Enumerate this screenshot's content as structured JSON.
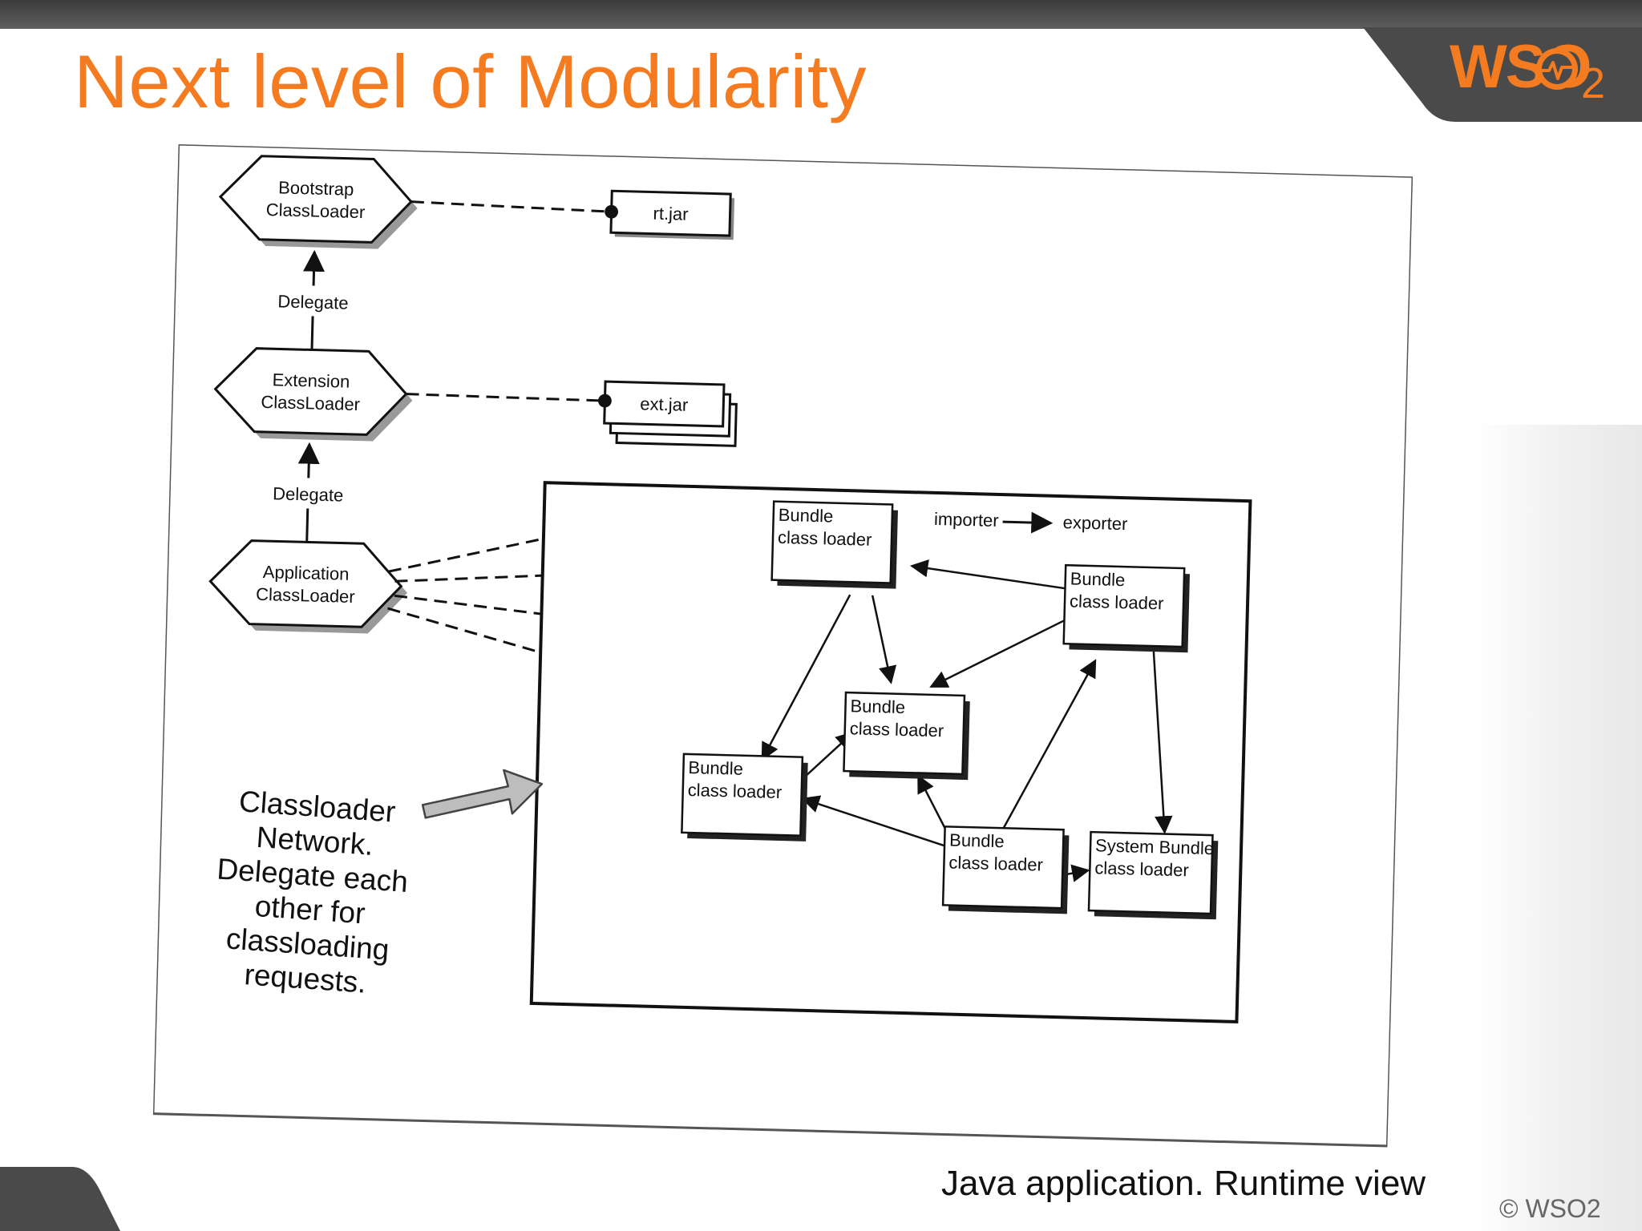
{
  "slide": {
    "title": "Next level of Modularity",
    "caption": "Java application. Runtime view",
    "copyright": "© WSO2",
    "logo_text": "WSO",
    "logo_sub": "2"
  },
  "colors": {
    "title": "#f47b20",
    "topbar": "#4a4a4a",
    "logo": "#f47b20"
  },
  "diagram": {
    "bootstrap": {
      "line1": "Bootstrap",
      "line2": "ClassLoader"
    },
    "extension": {
      "line1": "Extension",
      "line2": "ClassLoader"
    },
    "application": {
      "line1": "Application",
      "line2": "ClassLoader"
    },
    "delegate_1": "Delegate",
    "delegate_2": "Delegate",
    "rt_jar": "rt.jar",
    "ext_jar": "ext.jar",
    "legend": {
      "importer": "importer",
      "exporter": "exporter"
    },
    "bundles": [
      {
        "line1": "Bundle",
        "line2": "class loader"
      },
      {
        "line1": "Bundle",
        "line2": "class loader"
      },
      {
        "line1": "Bundle",
        "line2": "class loader"
      },
      {
        "line1": "Bundle",
        "line2": "class loader"
      },
      {
        "line1": "Bundle",
        "line2": "class loader"
      }
    ],
    "system_bundle": {
      "line1": "System Bundle",
      "line2": "class loader"
    },
    "note_lines": [
      "Classloader",
      "Network.",
      "Delegate each",
      "other for",
      "classloading",
      "requests."
    ]
  }
}
